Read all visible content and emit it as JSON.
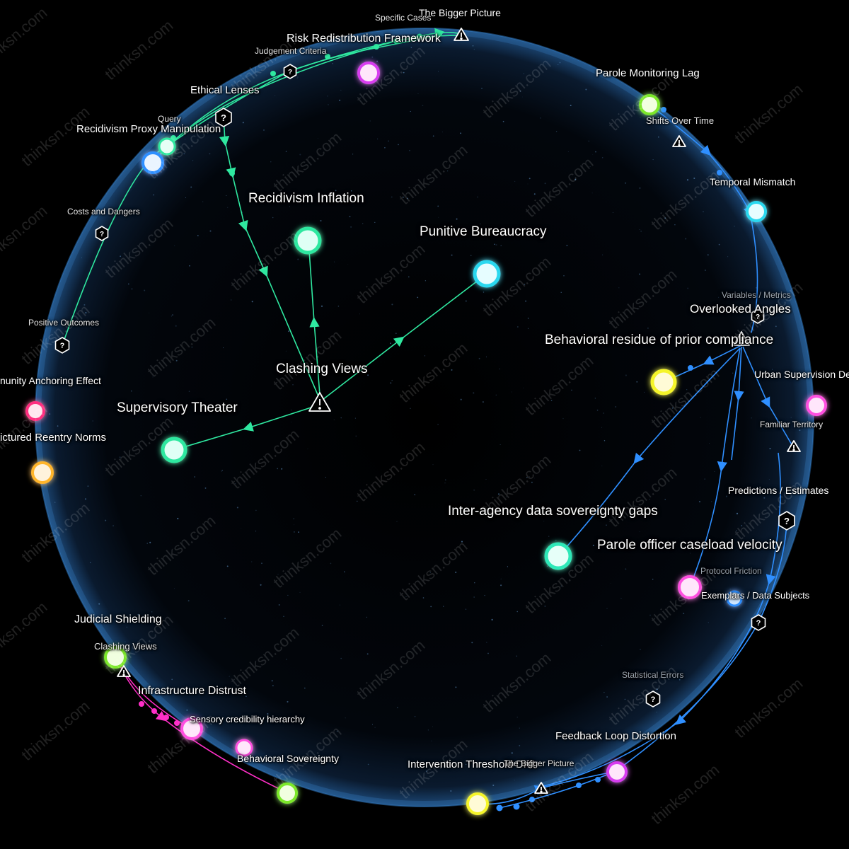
{
  "watermark": "thinksn.com",
  "colors": {
    "background": "#000000",
    "sphere_rim": "#2e6fb0",
    "green_link": "#2fe8a0",
    "blue_link": "#2f8fff",
    "magenta_link": "#ff2fc8"
  },
  "nodes": {
    "recidivism_inflation": "Recidivism Inflation",
    "punitive_bureaucracy": "Punitive Bureaucracy",
    "supervisory_theater": "Supervisory Theater",
    "behavioral_residue": "Behavioral residue of prior compliance",
    "interagency_gaps": "Inter-agency data sovereignty gaps",
    "caseload_velocity": "Parole officer caseload velocity",
    "risk_redistribution": "Risk Redistribution Framework",
    "recidivism_proxy": "Recidivism Proxy Manipulation",
    "parole_monitoring_lag": "Parole Monitoring Lag",
    "temporal_mismatch": "Temporal Mismatch",
    "urban_supervision": "Urban Supervision De",
    "community_anchoring": "nunity Anchoring Effect",
    "reentry_norms": "ictured Reentry Norms",
    "judicial_shielding": "Judicial Shielding",
    "infrastructure_distrust": "Infrastructure Distrust",
    "sensory_credibility": "Sensory credibility hierarchy",
    "behavioral_sovereignty": "Behavioral Sovereignty",
    "intervention_threshold": "Intervention Threshold Drift",
    "feedback_loop": "Feedback Loop Distortion"
  },
  "hubs": {
    "clashing_views_center": "Clashing Views",
    "overlooked_angles": "Overlooked Angles",
    "clashing_views_left": "Clashing Views",
    "the_bigger_picture_top": "The Bigger Picture",
    "the_bigger_picture_bottom": "The Bigger Picture",
    "familiar_territory": "Familiar Territory"
  },
  "questions": {
    "specific_cases": "Specific Cases",
    "judgement_criteria": "Judgement Criteria",
    "ethical_lenses": "Ethical Lenses",
    "query": "Query",
    "costs_and_dangers": "Costs and Dangers",
    "positive_outcomes": "Positive Outcomes",
    "shifts_over_time": "Shifts Over Time",
    "variables_metrics": "Variables / Metrics",
    "predictions_estimates": "Predictions / Estimates",
    "protocol_friction": "Protocol Friction",
    "exemplars": "Exemplars / Data Subjects",
    "statistical_errors": "Statistical Errors"
  },
  "icons": {
    "warning": "warning-triangle-icon",
    "question": "question-hexagon-icon"
  }
}
